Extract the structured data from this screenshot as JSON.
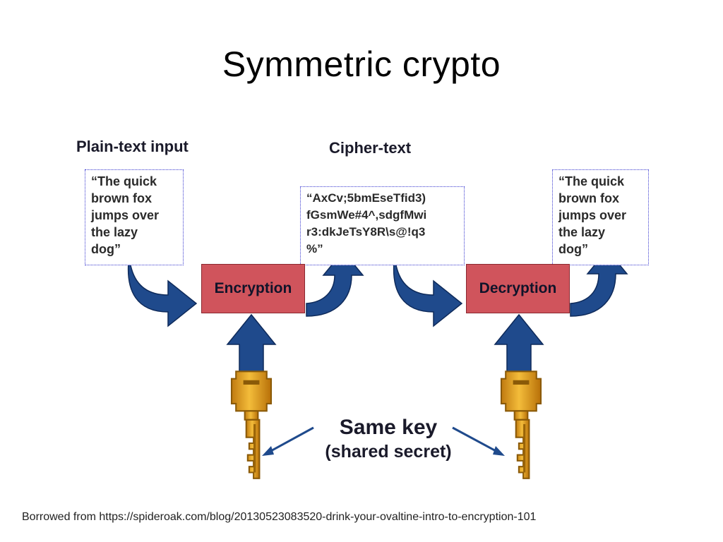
{
  "slide": {
    "title": "Symmetric crypto",
    "caption": "Borrowed from https://spideroak.com/blog/20130523083520-drink-your-ovaltine-intro-to-encryption-101"
  },
  "diagram": {
    "plaintext_label": "Plain-text input",
    "ciphertext_label": "Cipher-text",
    "plaintext_in": "“The quick\nbrown fox\njumps over\nthe lazy\ndog”",
    "ciphertext": "“AxCv;5bmEseTfid3)\nfGsmWe#4^,sdgfMwi\nr3:dkJeTsY8R\\s@!q3\n%”",
    "plaintext_out": "“The quick\nbrown fox\njumps over\nthe lazy\ndog”",
    "encrypt_label": "Encryption",
    "decrypt_label": "Decryption",
    "key_title": "Same key",
    "key_subtitle": "(shared secret)"
  },
  "colors": {
    "box_fill": "#d0545c",
    "arrow_fill": "#1f4a8c",
    "key_fill": "#e8a820",
    "note_border": "#3a3ad0"
  }
}
